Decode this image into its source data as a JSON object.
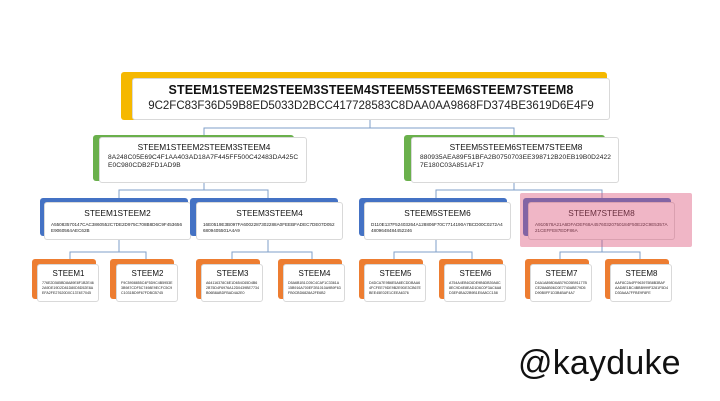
{
  "colors": {
    "root_accent": "#f5b800",
    "level2_accent": "#6ab04c",
    "level3_accent": "#4472c4",
    "level4_accent": "#ed7d31",
    "highlight": "#dc5078",
    "connector": "#7f9fc8"
  },
  "root": {
    "title": "STEEM1STEEM2STEEM3STEEM4STEEM5STEEM6STEEM7STEEM8",
    "hash": "9C2FC83F36D59B8ED5033D2BCC417728583C8DAA0AA9868FD374BE3619D6E4F9"
  },
  "level2": [
    {
      "title": "STEEM1STEEM2STEEM3STEEM4",
      "hash": "8A248C05E69C4F1AA403AD18A7F445FF500C42483DA425CE0C980CDB2FD1AD9B"
    },
    {
      "title": "STEEM5STEEM6STEEM7STEEM8",
      "hash": "880935AEA89F51BFA2B0750703EE398712B20EB19B0D24227E180C03A851AF17"
    }
  ],
  "level3": [
    {
      "title": "STEEM1STEEM2",
      "hash": "A55083570147CAC3860552C7DE2D975C708B8D6C9F453656E9060564AEC62B"
    },
    {
      "title": "STEEM3STEEM4",
      "hash": "16E0519E3B097FA6002287302288A0FEEBFADEC7DE07D0526809405501A4A9"
    },
    {
      "title": "STEEM5STEEM6",
      "hash": "D110E137F52403264A128806F70C7714190A7BCD00C0272A44809648484452246"
    },
    {
      "title": "STEEM7STEEM8",
      "hash": "A910578A21A6DFADEF68A45760320750184F50E22C9E5357A21CEFFE87EDF86A"
    }
  ],
  "level4": [
    {
      "title": "STEEM1",
      "hash": "776E2D585BD8A89E8F1B2E462A9DE19D2D81D80D5D52E8AEFA2FE27620D0C1374E7045"
    },
    {
      "title": "STEEM2",
      "hash": "F9C5908855C4F5D9C4B5953E3B987CDF5C7498E9ECFC5C9C1031BD9F67FDBCB745"
    },
    {
      "title": "STEEM3",
      "hash": "A64116378C6E1D654C65D4B62B75D4F6976A12D0439BE7734B06B8ABDFBAD4A2E0"
    },
    {
      "title": "STEEM4",
      "hash": "D5A6B1B1C05C4CAF1C3361A15B916A700EF2B1010A9B9F63FB0CBD6828A2FE6B2"
    },
    {
      "title": "STEEM5",
      "hash": "D4DCA7E9B6E5A8ECDDBAA64FCFEE79DE9B2E9DE3CB67EBEE45E02E1CEEA6376"
    },
    {
      "title": "STEEM6",
      "hash": "A754A4EB6C6DE9B6DB39A8C8EC9D4E8EAD1D6C0F3AC6A8D3EF4BA22B9B1E0A8CC158"
    },
    {
      "title": "STEEM7",
      "hash": "D4A1A898D6AB79C05B91177BCE28A6B06C0E7740ABE79D5D90B0FF1D3B4BAF4A7"
    },
    {
      "title": "STEEM8",
      "hash": "AAF8C2A4FF963975B8B3BAF AAD8E1BC4BBB999F3281F5D4D30AAA7FFBE9F8FE"
    }
  ],
  "watermark": "@kayduke"
}
